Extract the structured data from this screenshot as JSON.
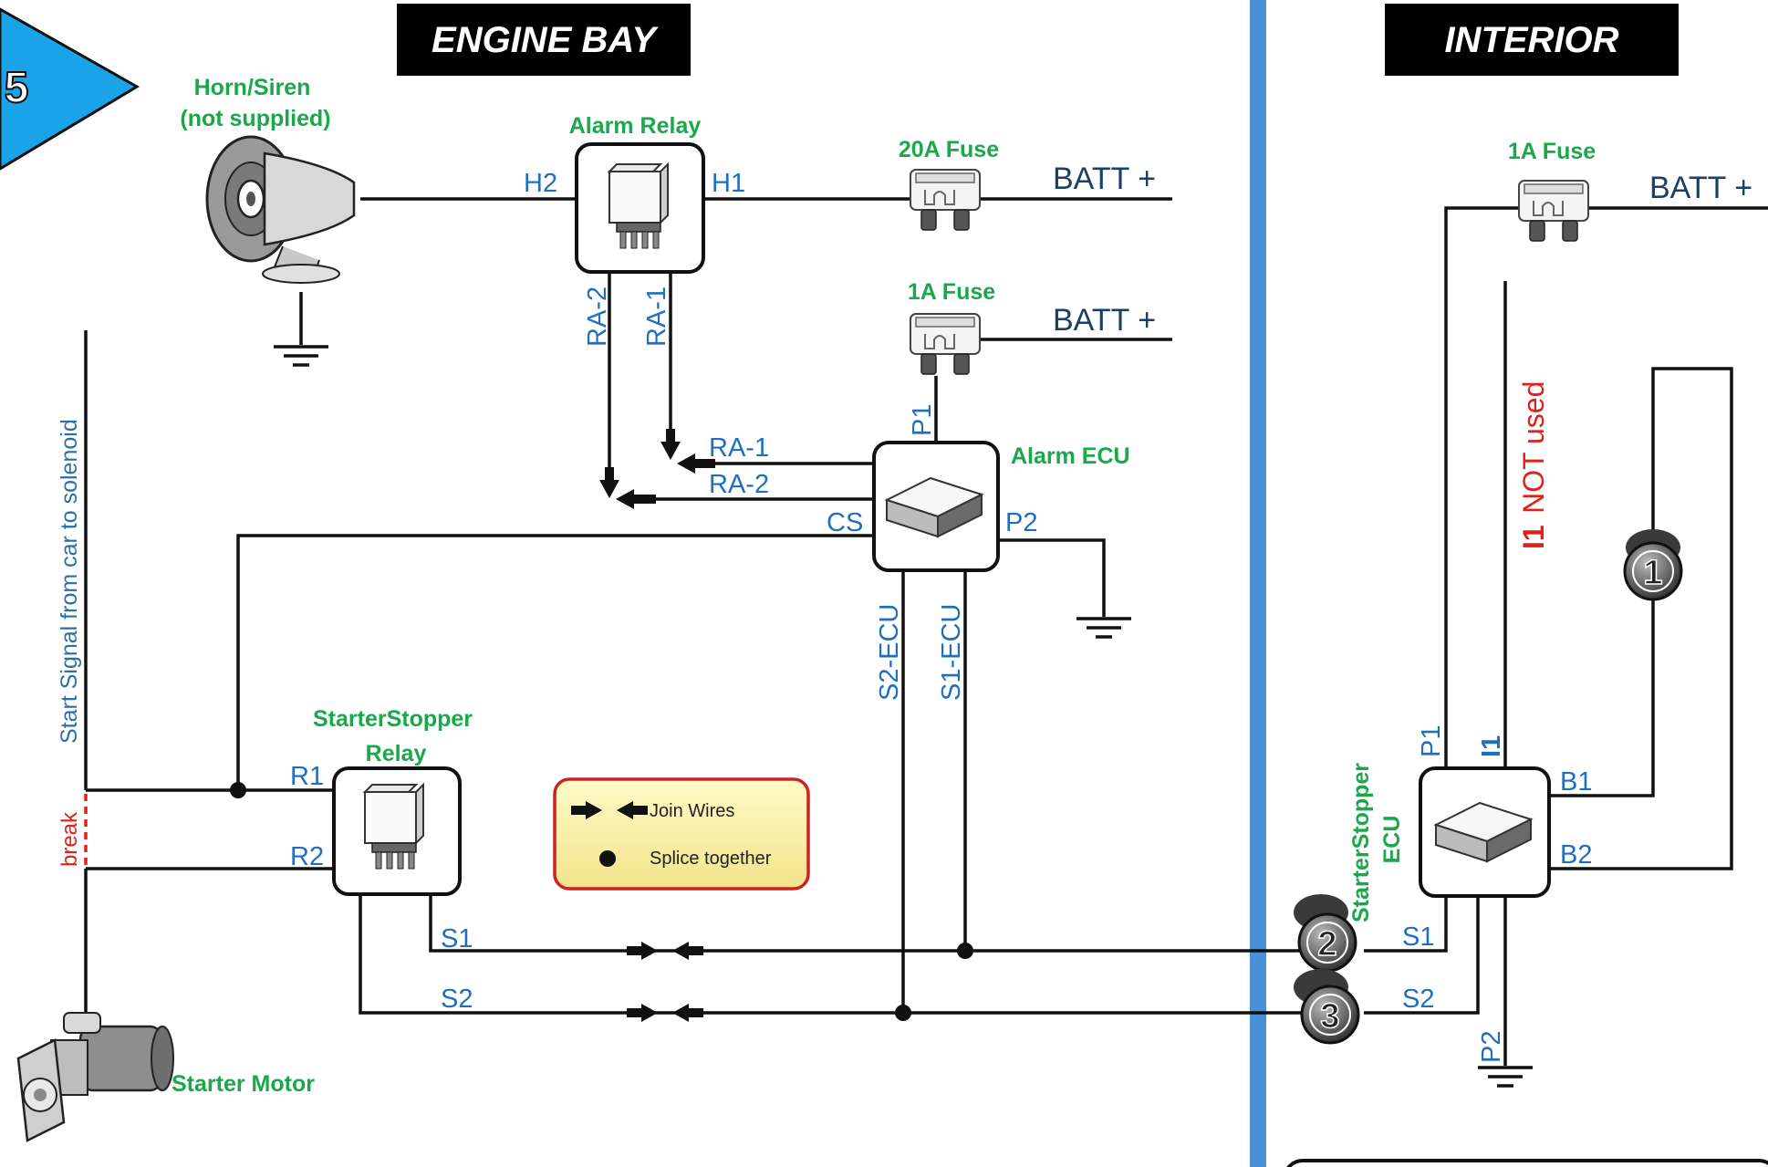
{
  "step_badge": "5",
  "sections": {
    "engine_bay": "ENGINE BAY",
    "interior": "INTERIOR"
  },
  "components": {
    "horn": [
      "Horn/Siren",
      "(not supplied)"
    ],
    "alarm_relay": "Alarm Relay",
    "fuse_20a": "20A Fuse",
    "fuse_1a_engine": "1A Fuse",
    "fuse_1a_interior": "1A Fuse",
    "alarm_ecu": "Alarm ECU",
    "starterstopper_relay": [
      "StarterStopper",
      "Relay"
    ],
    "starter_motor": "Starter Motor",
    "starterstopper_ecu": [
      "StarterStopper",
      "ECU"
    ]
  },
  "batt_labels": {
    "batt_a": "BATT +",
    "batt_b": "BATT +",
    "batt_c": "BATT +"
  },
  "wire_labels": {
    "h2": "H2",
    "h1": "H1",
    "ra2_v": "RA-2",
    "ra1_v": "RA-1",
    "ra1_h": "RA-1",
    "ra2_h": "RA-2",
    "p1_alarm": "P1",
    "cs": "CS",
    "p2_alarm": "P2",
    "s2_ecu": "S2-ECU",
    "s1_ecu": "S1-ECU",
    "r1": "R1",
    "r2": "R2",
    "s1_relay": "S1",
    "s2_relay": "S2",
    "p1_ss": "P1",
    "i1_ss": "I1",
    "b1_ss": "B1",
    "b2_ss": "B2",
    "s1_ss": "S1",
    "s2_ss": "S2",
    "p2_ss": "P2"
  },
  "side_text": "Start Signal from car to solenoid",
  "break_text": "break",
  "i1_note": {
    "code": "I1",
    "text": "NOT used"
  },
  "connectors": {
    "c1": "1",
    "c2": "2",
    "c3": "3"
  },
  "legend": {
    "join": "Join Wires",
    "splice": "Splice together"
  },
  "colors": {
    "divider": "#4a90d9",
    "badge": "#1aa3e8",
    "label_green": "#1aa84a",
    "label_blue": "#1f6fc0"
  }
}
